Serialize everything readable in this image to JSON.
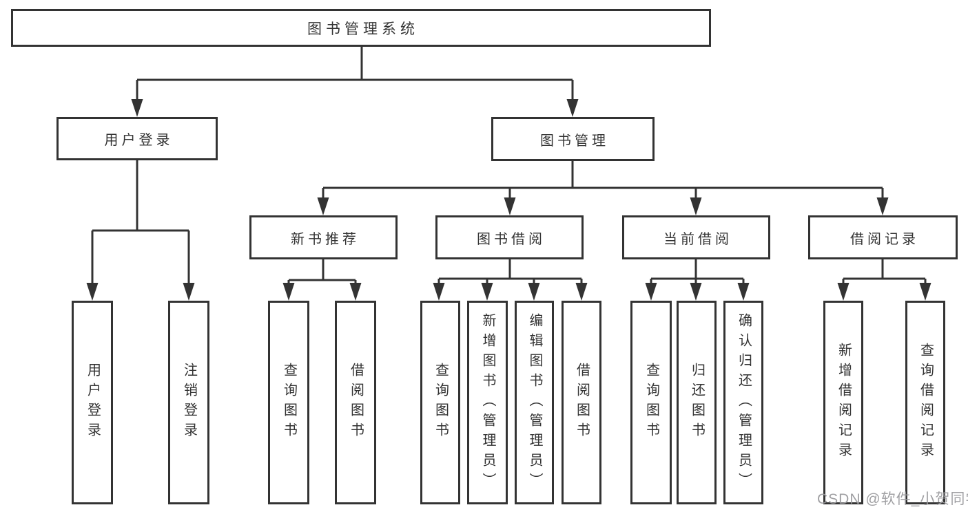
{
  "diagram_title": "图书管理系统",
  "tree": {
    "root": "图书管理系统",
    "children": [
      {
        "label": "用户登录",
        "children": [
          "用户登录",
          "注销登录"
        ]
      },
      {
        "label": "图书管理",
        "children": [
          {
            "label": "新书推荐",
            "children": [
              "查询图书",
              "借阅图书"
            ]
          },
          {
            "label": "图书借阅",
            "children": [
              "查询图书",
              "新增图书（管理员）",
              "编辑图书（管理员）",
              "借阅图书"
            ]
          },
          {
            "label": "当前借阅",
            "children": [
              "查询图书",
              "归还图书",
              "确认归还（管理员）"
            ]
          },
          {
            "label": "借阅记录",
            "children": [
              "新增借阅记录",
              "查询借阅记录"
            ]
          }
        ]
      }
    ]
  },
  "watermark": "CSDN @软件_小贺同学",
  "colors": {
    "line": "#333333",
    "box_border": "#333333",
    "text": "#333333",
    "background": "#ffffff",
    "watermark": "#9b9b9e"
  }
}
